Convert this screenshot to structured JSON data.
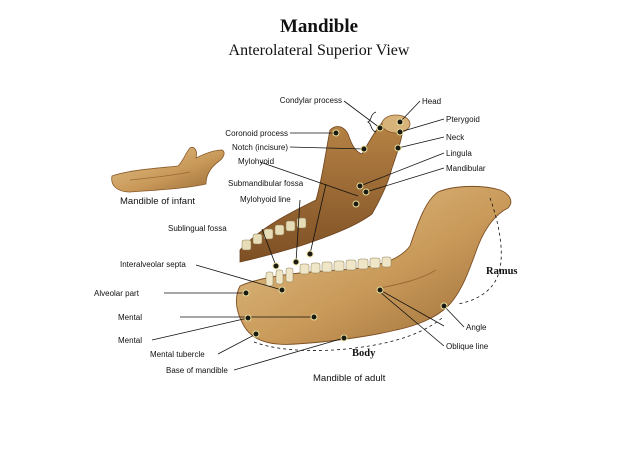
{
  "title": "Mandible",
  "subtitle": "Anterolateral Superior View",
  "captions": {
    "infant": "Mandible of infant",
    "adult": "Mandible of adult"
  },
  "labels": {
    "condylar_process": "Condylar process",
    "head": "Head",
    "pterygoid": "Pterygoid",
    "coronoid_process": "Coronoid process",
    "neck": "Neck",
    "notch": "Notch (incisure)",
    "lingula": "Lingula",
    "mylohyoid": "Mylohyoid",
    "mandibular": "Mandibular",
    "submandibular_fossa": "Submandibular fossa",
    "mylohyoid_line": "Mylohyoid line",
    "sublingual_fossa": "Sublingual fossa",
    "interalveolar_septa": "Interalveolar septa",
    "ramus": "Ramus",
    "alveolar_part": "Alveolar part",
    "mental_1": "Mental",
    "angle": "Angle",
    "mental_2": "Mental",
    "oblique_line": "Oblique line",
    "mental_tubercle": "Mental tubercle",
    "body": "Body",
    "base_of_mandible": "Base of mandible"
  },
  "colors": {
    "bone_light": "#d9b77e",
    "bone_mid": "#c49252",
    "bone_dark": "#8a5a2a",
    "tooth": "#efe6c8"
  }
}
